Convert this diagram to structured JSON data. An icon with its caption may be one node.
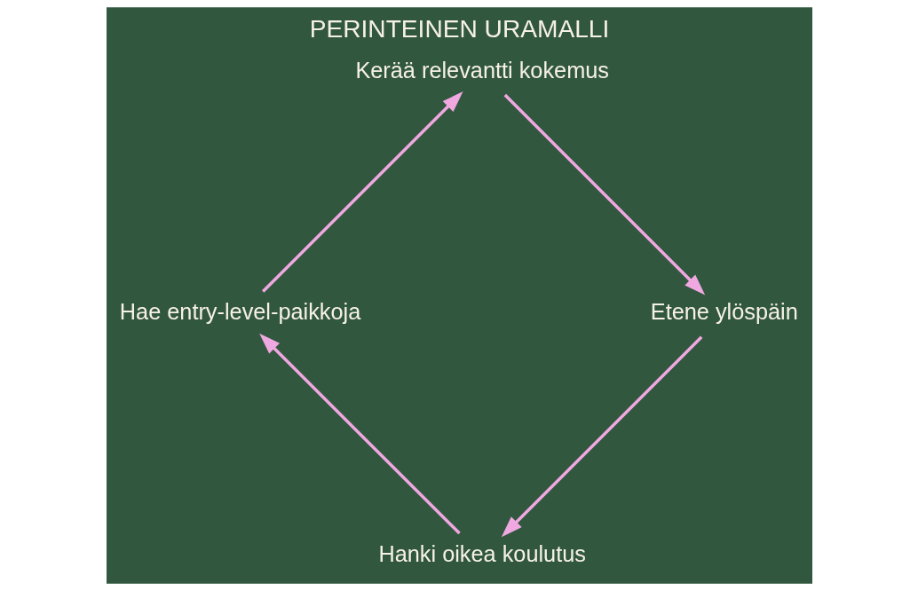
{
  "diagram": {
    "title": "PERINTEINEN URAMALLI",
    "nodes": [
      {
        "text": [
          "Hanki oikea koulutus"
        ]
      },
      {
        "text": [
          "Hae entry-level-paikkoja"
        ]
      },
      {
        "text": [
          "Kerää relevantti kokemus"
        ]
      },
      {
        "text": [
          "Etene ylöspäin"
        ]
      }
    ],
    "edges": [
      {
        "from": 0,
        "to": 1,
        "arrow": "to"
      },
      {
        "from": 1,
        "to": 2,
        "arrow": "to"
      },
      {
        "from": 2,
        "to": 3,
        "arrow": "to"
      },
      {
        "from": 3,
        "to": 0,
        "arrow": "to"
      }
    ]
  }
}
